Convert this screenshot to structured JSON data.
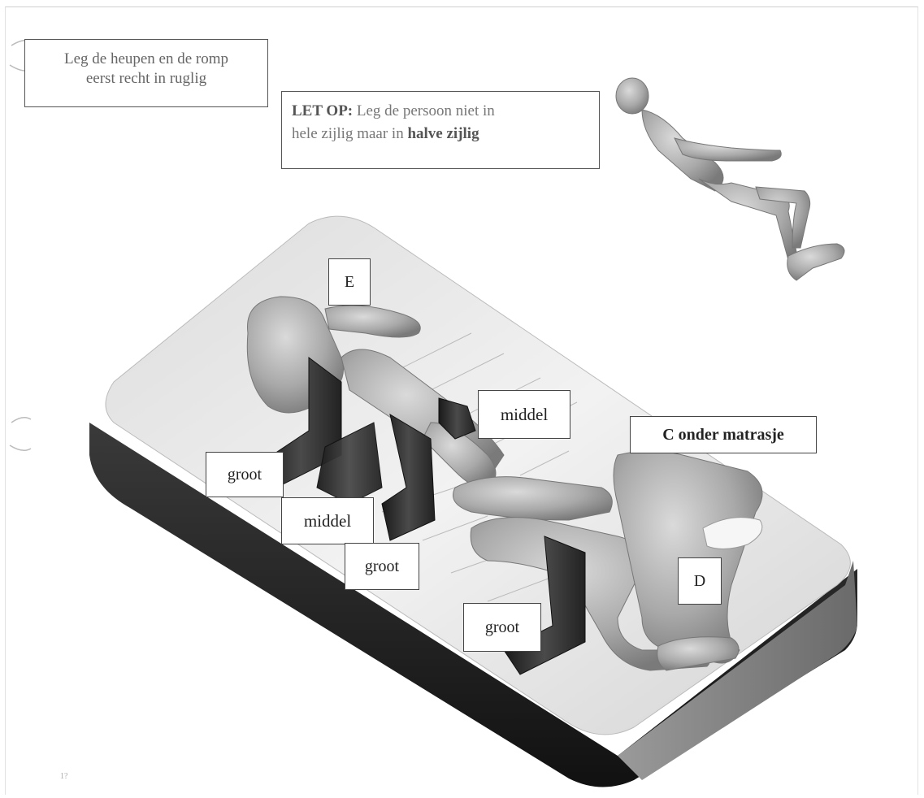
{
  "notes": {
    "hips": {
      "line1": "Leg de heupen en de romp",
      "line2": "eerst recht in ruglig"
    },
    "warning": {
      "prefix": "LET OP:",
      "part1": " Leg de persoon niet in",
      "part2": "hele zijlig maar in ",
      "emphasis": "halve zijlig"
    }
  },
  "labels": {
    "e": "E",
    "middel_top": "middel",
    "c": "C  onder matrasje",
    "groot_left": "groot",
    "middel_bottom": "middel",
    "groot_middle": "groot",
    "d": "D",
    "groot_bottom": "groot"
  },
  "page_mark": "1?",
  "colors": {
    "mattress_top": "#ececec",
    "mattress_side": "#2a2a2a",
    "figure": "#b9b9b9",
    "pillow_dark": "#2c2c2c"
  }
}
